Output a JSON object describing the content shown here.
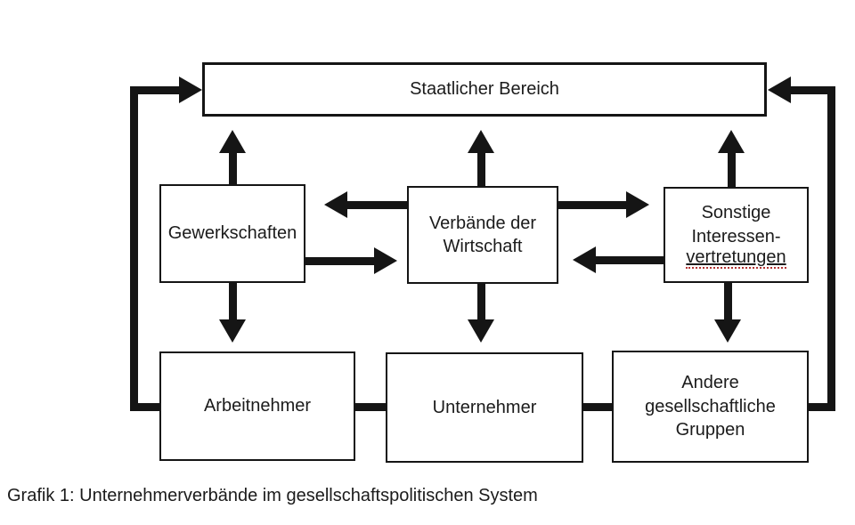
{
  "diagram": {
    "title_caption": "Grafik 1: Unternehmerverbände im gesellschaftspolitischen System",
    "colors": {
      "line": "#151515",
      "background": "#ffffff",
      "text": "#1b1b1b",
      "spellcheck_underline": "#b23434"
    },
    "boxes": {
      "staatlicher": {
        "label": "Staatlicher Bereich"
      },
      "gewerkschaften": {
        "label": "Gewerkschaften"
      },
      "verbaende": {
        "lines": [
          "Verbände der",
          "Wirtschaft"
        ]
      },
      "sonstige": {
        "lines": [
          "Sonstige",
          "Interessen-",
          "vertretungen"
        ]
      },
      "arbeitnehmer": {
        "label": "Arbeitnehmer"
      },
      "unternehmer": {
        "label": "Unternehmer"
      },
      "andere": {
        "lines": [
          "Andere",
          "gesellschaftliche",
          "Gruppen"
        ]
      }
    }
  }
}
